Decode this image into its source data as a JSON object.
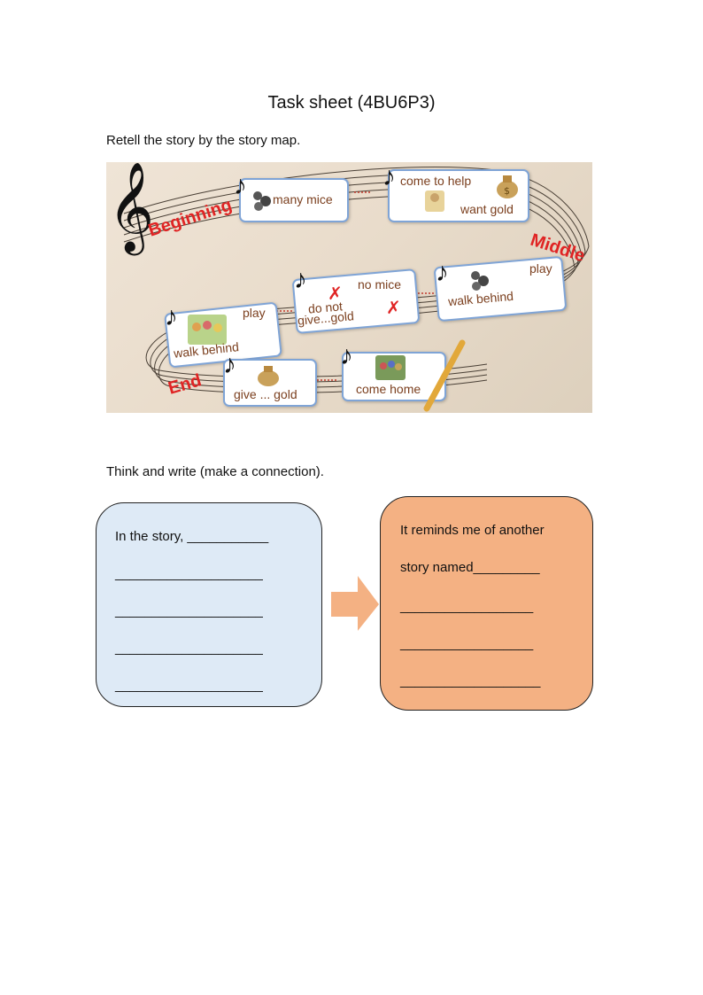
{
  "title": "Task sheet (4BU6P3)",
  "instruction_1": "Retell the story by the story map.",
  "instruction_2": "Think and write (make a connection).",
  "story_map": {
    "sections": {
      "beginning": "Beginning",
      "middle": "Middle",
      "end": "End"
    },
    "cards": {
      "many_mice": "many mice",
      "come_to_help": "come to help",
      "want_gold": "want gold",
      "play_1": "play",
      "walk_behind_1": "walk behind",
      "no_mice": "no mice",
      "do_not": "do not",
      "give_gold_1": "give...gold",
      "play_2": "play",
      "walk_behind_2": "walk behind",
      "give_gold_2": "give ... gold",
      "come_home": "come home"
    }
  },
  "left_box": {
    "lines": [
      "In the story, ___________",
      "____________________",
      "____________________",
      "____________________",
      "____________________"
    ],
    "color": "#deeaf6"
  },
  "right_box": {
    "lines": [
      "It reminds me of another",
      "story named_________",
      "__________________",
      "__________________",
      "___________________"
    ],
    "color": "#f4b183"
  },
  "arrow_color": "#f4b183"
}
